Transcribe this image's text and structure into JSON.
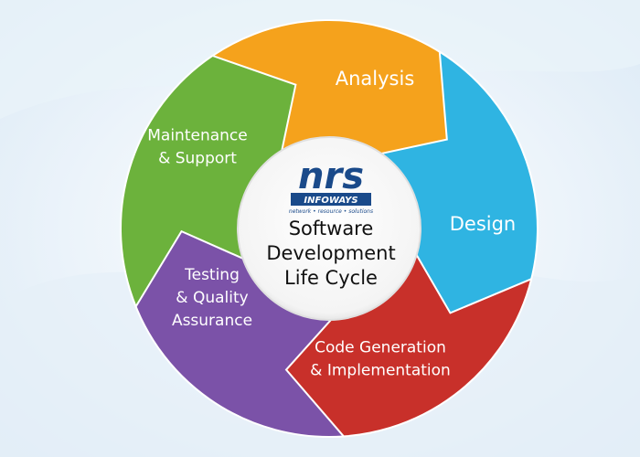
{
  "diagram": {
    "center": {
      "logo_mark": "nrs",
      "logo_name": "INFOWAYS",
      "logo_tagline": "network • resource • solutions",
      "title_lines": [
        "Software",
        "Development",
        "Life Cycle"
      ]
    },
    "phases": [
      {
        "id": "analysis",
        "lines": [
          "Analysis"
        ],
        "color": "#f5a21c"
      },
      {
        "id": "design",
        "lines": [
          "Design"
        ],
        "color": "#2fb4e2"
      },
      {
        "id": "code-generation",
        "lines": [
          "Code Generation",
          "& Implementation"
        ],
        "color": "#c8302a"
      },
      {
        "id": "testing",
        "lines": [
          "Testing",
          "& Quality",
          "Assurance"
        ],
        "color": "#7b52a8"
      },
      {
        "id": "maintenance",
        "lines": [
          "Maintenance",
          "& Support"
        ],
        "color": "#6cb23c"
      }
    ],
    "colors": {
      "logo_blue": "#1a4a8a",
      "background": "#f3f8fc"
    }
  }
}
